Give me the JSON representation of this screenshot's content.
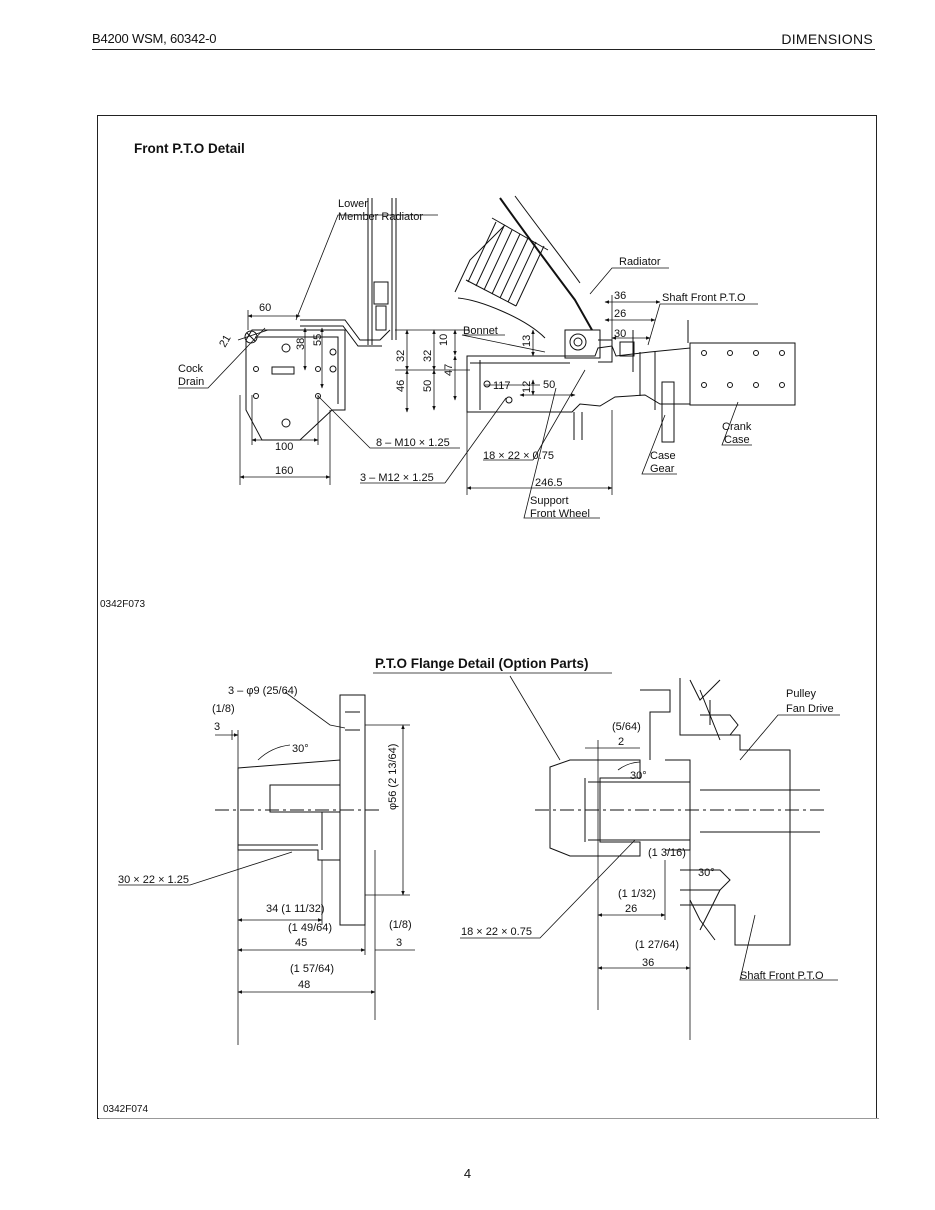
{
  "header": {
    "left": "B4200  WSM, 60342-0",
    "right": "DIMENSIONS"
  },
  "page_number": "4",
  "figure1": {
    "title": "Front P.T.O Detail",
    "ref": "0342F073",
    "labels": {
      "lower": "Lower",
      "member_radiator": "Member Radiator",
      "radiator": "Radiator",
      "shaft_front_pto": "Shaft Front P.T.O",
      "bonnet": "Bonnet",
      "cock": "Cock",
      "drain": "Drain",
      "crank": "Crank",
      "case": "Case",
      "case2": "Case",
      "gear": "Gear",
      "support": "Support",
      "front_wheel": "Front Wheel",
      "m10": "8 – M10 × 1.25",
      "m12": "3 – M12 × 1.25",
      "spline": "18 × 22 × 0.75"
    },
    "dims": {
      "d60": "60",
      "d21": "21",
      "d38": "38",
      "d55": "55",
      "d32a": "32",
      "d32b": "32",
      "d10": "10",
      "d13": "13",
      "d36": "36",
      "d26": "26",
      "d30": "30",
      "d46": "46",
      "d50a": "50",
      "d47": "47",
      "d117": "117",
      "d12": "12",
      "d50b": "50",
      "d100": "100",
      "d160": "160",
      "d246": "246.5"
    }
  },
  "figure2": {
    "title": "P.T.O Flange Detail (Option Parts)",
    "ref": "0342F074",
    "labels": {
      "holes": "3 – φ9 (25/64)",
      "spline_left": "30 × 22 × 1.25",
      "spline_right": "18 × 22 × 0.75",
      "pulley": "Pulley",
      "fan_drive": "Fan Drive",
      "shaft_front_pto": "Shaft Front P.T.O",
      "phi56": "φ56 (2 13/64)"
    },
    "dims": {
      "frac_1_8a": "(1/8)",
      "d3a": "3",
      "angle30a": "30°",
      "d34": "34 (1 11/32)",
      "frac_1_49_64": "(1 49/64)",
      "d45": "45",
      "frac_1_8b": "(1/8)",
      "d3b": "3",
      "frac_1_57_64": "(1 57/64)",
      "d48": "48",
      "frac_5_64": "(5/64)",
      "d2": "2",
      "angle30b": "30°",
      "frac_1_3_16": "(1 3/16)",
      "angle30c": "30°",
      "frac_1_1_32": "(1 1/32)",
      "d26": "26",
      "frac_1_27_64": "(1 27/64)",
      "d36": "36"
    }
  }
}
